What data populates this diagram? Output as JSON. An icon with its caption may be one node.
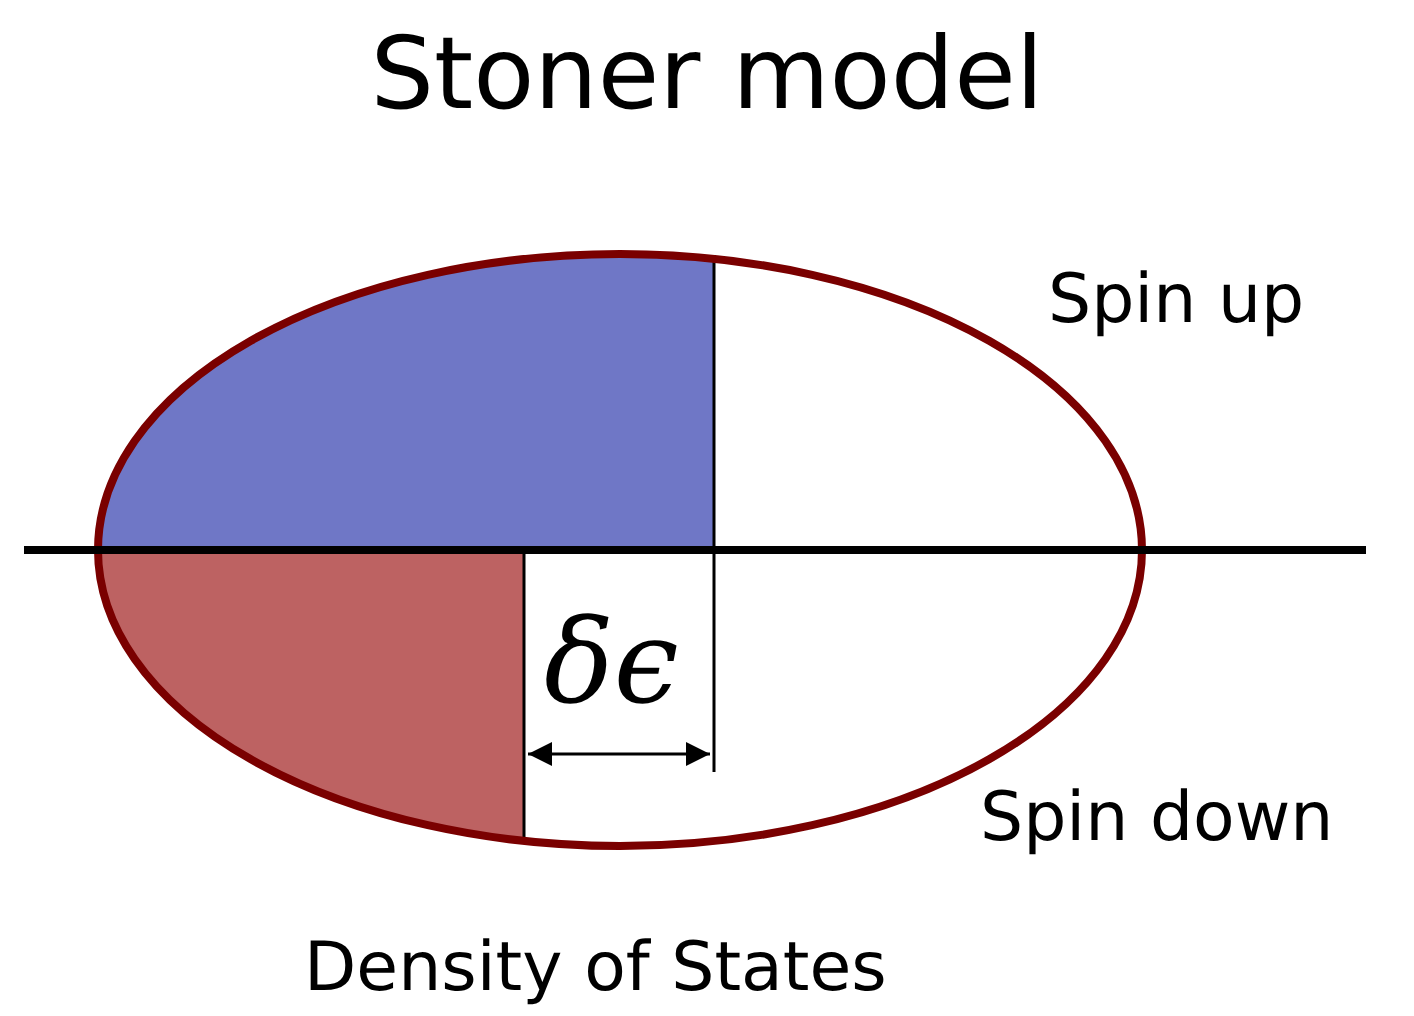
{
  "diagram": {
    "title": "Stoner model",
    "labels": [
      "Spin up",
      "δϵ",
      "Spin down",
      "Density of States"
    ]
  }
}
